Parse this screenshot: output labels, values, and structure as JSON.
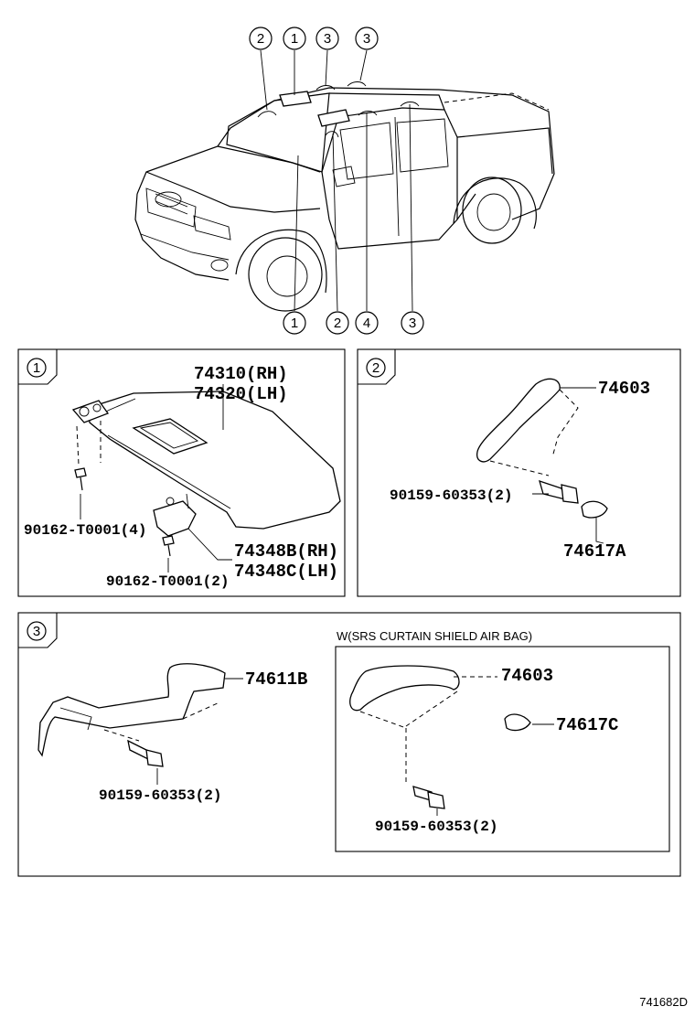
{
  "vehicle_callouts": {
    "top": [
      "2",
      "1",
      "3",
      "3"
    ],
    "bottom": [
      "1",
      "2",
      "4",
      "3"
    ]
  },
  "panel1": {
    "index": "1",
    "visor_rh": "74310(RH)",
    "visor_lh": "74320(LH)",
    "screw_a": "90162-T0001(4)",
    "holder_rh": "74348B(RH)",
    "holder_lh": "74348C(LH)",
    "screw_b": "90162-T0001(2)"
  },
  "panel2": {
    "index": "2",
    "grip": "74603",
    "bolt": "90159-60353(2)",
    "cap": "74617A"
  },
  "panel3": {
    "index": "3",
    "grip": "74611B",
    "bolt": "90159-60353(2)",
    "variant_note": "W(SRS CURTAIN SHIELD AIR BAG)",
    "variant_grip": "74603",
    "variant_cap": "74617C",
    "variant_bolt": "90159-60353(2)"
  },
  "figure_ref": "741682D"
}
